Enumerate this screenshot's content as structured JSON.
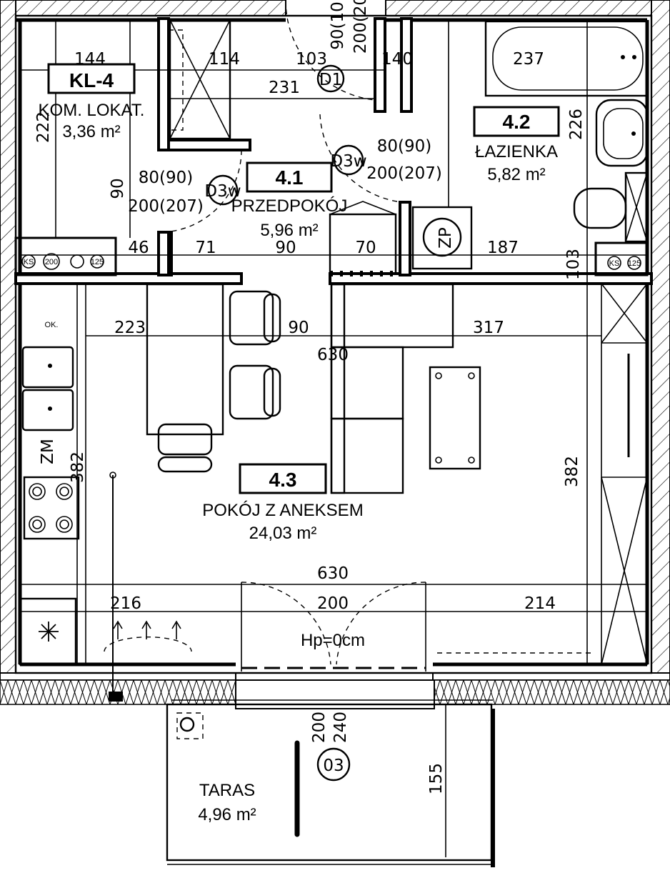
{
  "rooms": {
    "kl": {
      "tag": "KL-4",
      "name": "KOM. LOKAT.",
      "area": "3,36 m²"
    },
    "hall": {
      "tag": "4.1",
      "name": "PRZEDPOKÓJ",
      "area": "5,96 m²"
    },
    "bath": {
      "tag": "4.2",
      "name": "ŁAZIENKA",
      "area": "5,82 m²"
    },
    "living": {
      "tag": "4.3",
      "name": "POKÓJ Z ANEKSEM",
      "area": "24,03 m²"
    },
    "terrace": {
      "name": "TARAS",
      "area": "4,96 m²"
    }
  },
  "doors": {
    "d1": {
      "tag": "D1",
      "w": "90(10",
      "h": "200(20"
    },
    "d3w_left": {
      "tag": "D3w",
      "w": "80(90)",
      "h": "200(207)"
    },
    "d3w_right": {
      "tag": "D3w",
      "w": "80(90)",
      "h": "200(207)"
    },
    "d03": {
      "tag": "03",
      "w": "200",
      "h": "240"
    }
  },
  "dims": {
    "top": [
      "144",
      "114",
      "103",
      "231",
      "140",
      "237"
    ],
    "mid": [
      "46",
      "71",
      "90",
      "70",
      "187"
    ],
    "living": [
      "223",
      "90",
      "317",
      "630"
    ],
    "window": [
      "630",
      "216",
      "200",
      "214"
    ],
    "vertical": [
      "222",
      "90",
      "226",
      "103",
      "382",
      "382",
      "155"
    ]
  },
  "labels": {
    "threshold": "Hp=0cm",
    "ok": "OK.",
    "fridge": "ZM",
    "washer": "ZP",
    "vent_ks": "KS",
    "vent_200": "200",
    "vent_125": "125",
    "vent_ks_right": "KS",
    "vent_125_right": "125"
  }
}
